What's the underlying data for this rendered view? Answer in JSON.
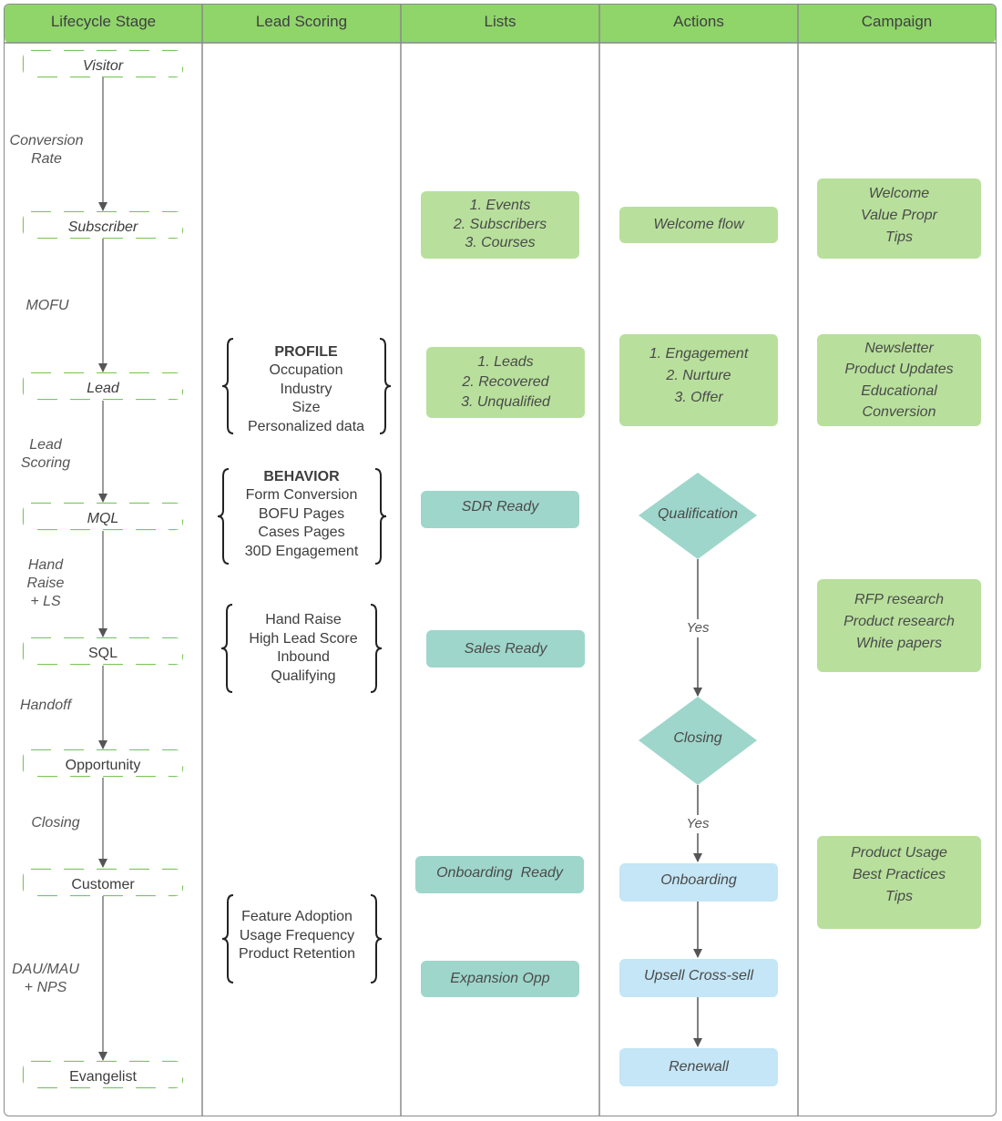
{
  "headers": [
    "Lifecycle Stage",
    "Lead Scoring",
    "Lists",
    "Actions",
    "Campaign"
  ],
  "stages": [
    "Visitor",
    "Subscriber",
    "Lead",
    "MQL",
    "SQL",
    "Opportunity",
    "Customer",
    "Evangelist"
  ],
  "transitions": [
    [
      "Conversion",
      "Rate"
    ],
    [
      "MOFU"
    ],
    [
      "Lead",
      "Scoring"
    ],
    [
      "Hand",
      "Raise",
      "+ LS"
    ],
    [
      "Handoff"
    ],
    [
      "Closing"
    ],
    [
      "DAU/MAU",
      "+ NPS"
    ]
  ],
  "lead_scoring": [
    {
      "title": "PROFILE",
      "items": [
        "Occupation",
        "Industry",
        "Size",
        "Personalized data"
      ]
    },
    {
      "title": "BEHAVIOR",
      "items": [
        "Form Conversion",
        "BOFU Pages",
        "Cases Pages",
        "30D Engagement"
      ]
    },
    {
      "title": "",
      "items": [
        "Hand Raise",
        "High Lead Score",
        "Inbound",
        "Qualifying"
      ]
    },
    {
      "title": "",
      "items": [
        "Feature Adoption",
        "Usage Frequency",
        "Product Retention"
      ]
    }
  ],
  "lists": [
    [
      "1. Events",
      "2. Subscribers",
      "3. Courses"
    ],
    [
      "1. Leads",
      "2. Recovered",
      "3. Unqualified"
    ],
    [
      "SDR Ready"
    ],
    [
      "Sales Ready"
    ],
    [
      "Onboarding  Ready"
    ],
    [
      "Expansion Opp"
    ]
  ],
  "actions": {
    "welcome": "Welcome flow",
    "engagement": [
      "1. Engagement",
      "2. Nurture",
      "3. Offer"
    ],
    "qualification": "Qualification",
    "yes1": "Yes",
    "closing": "Closing",
    "yes2": "Yes",
    "onboarding": "Onboarding",
    "upsell": "Upsell Cross-sell",
    "renewal": "Renewall"
  },
  "campaigns": [
    [
      "Welcome",
      "Value Propr",
      "Tips"
    ],
    [
      "Newsletter",
      "Product Updates",
      "Educational",
      "Conversion"
    ],
    [
      "RFP research",
      "Product research",
      "White papers"
    ],
    [
      "Product Usage",
      "Best Practices",
      "Tips"
    ]
  ],
  "colors": {
    "header_green": "#8fd56a",
    "stage_border": "#7bc65a",
    "box_green": "#b8e09c",
    "box_teal": "#9ed6cb",
    "box_blue": "#c4e6f6",
    "arrow": "#555555"
  }
}
